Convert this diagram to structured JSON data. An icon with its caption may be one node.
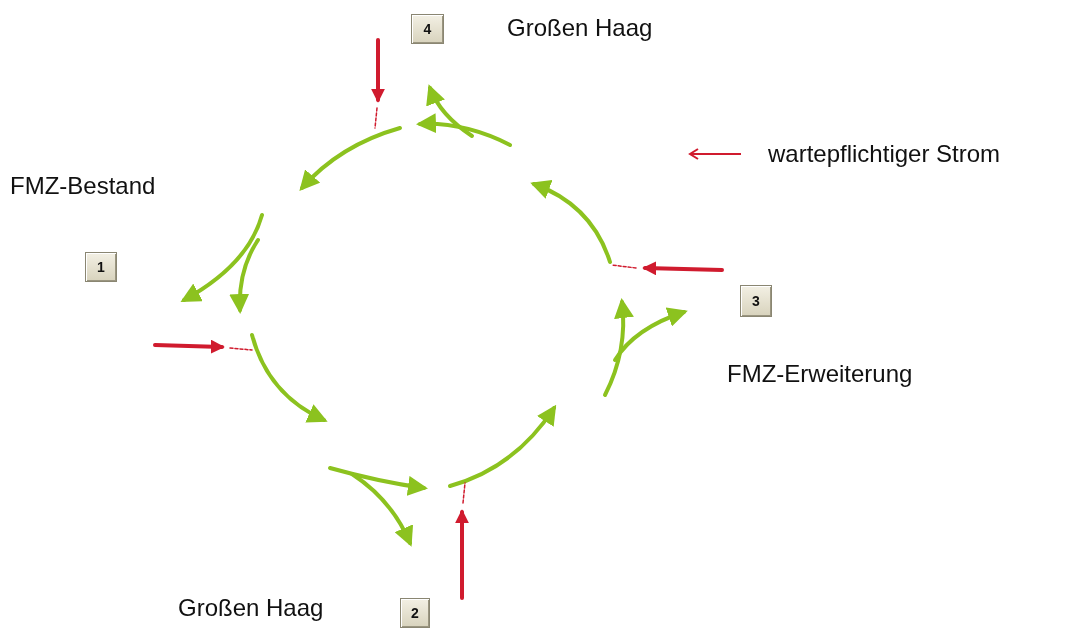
{
  "diagram": {
    "nodes": [
      {
        "text": [
          "4"
        ],
        "beside": [
          "Großen Haag"
        ]
      },
      {
        "text": [
          "1"
        ],
        "beside": [
          "FMZ-Bestand"
        ]
      },
      {
        "text": [
          "3"
        ],
        "beside": [
          "FMZ-Erweiterung"
        ]
      },
      {
        "text": [
          "2"
        ],
        "beside": [
          "Großen Haag"
        ]
      }
    ],
    "legend": [
      {
        "text": "wartepflichtiger Strom"
      }
    ]
  }
}
